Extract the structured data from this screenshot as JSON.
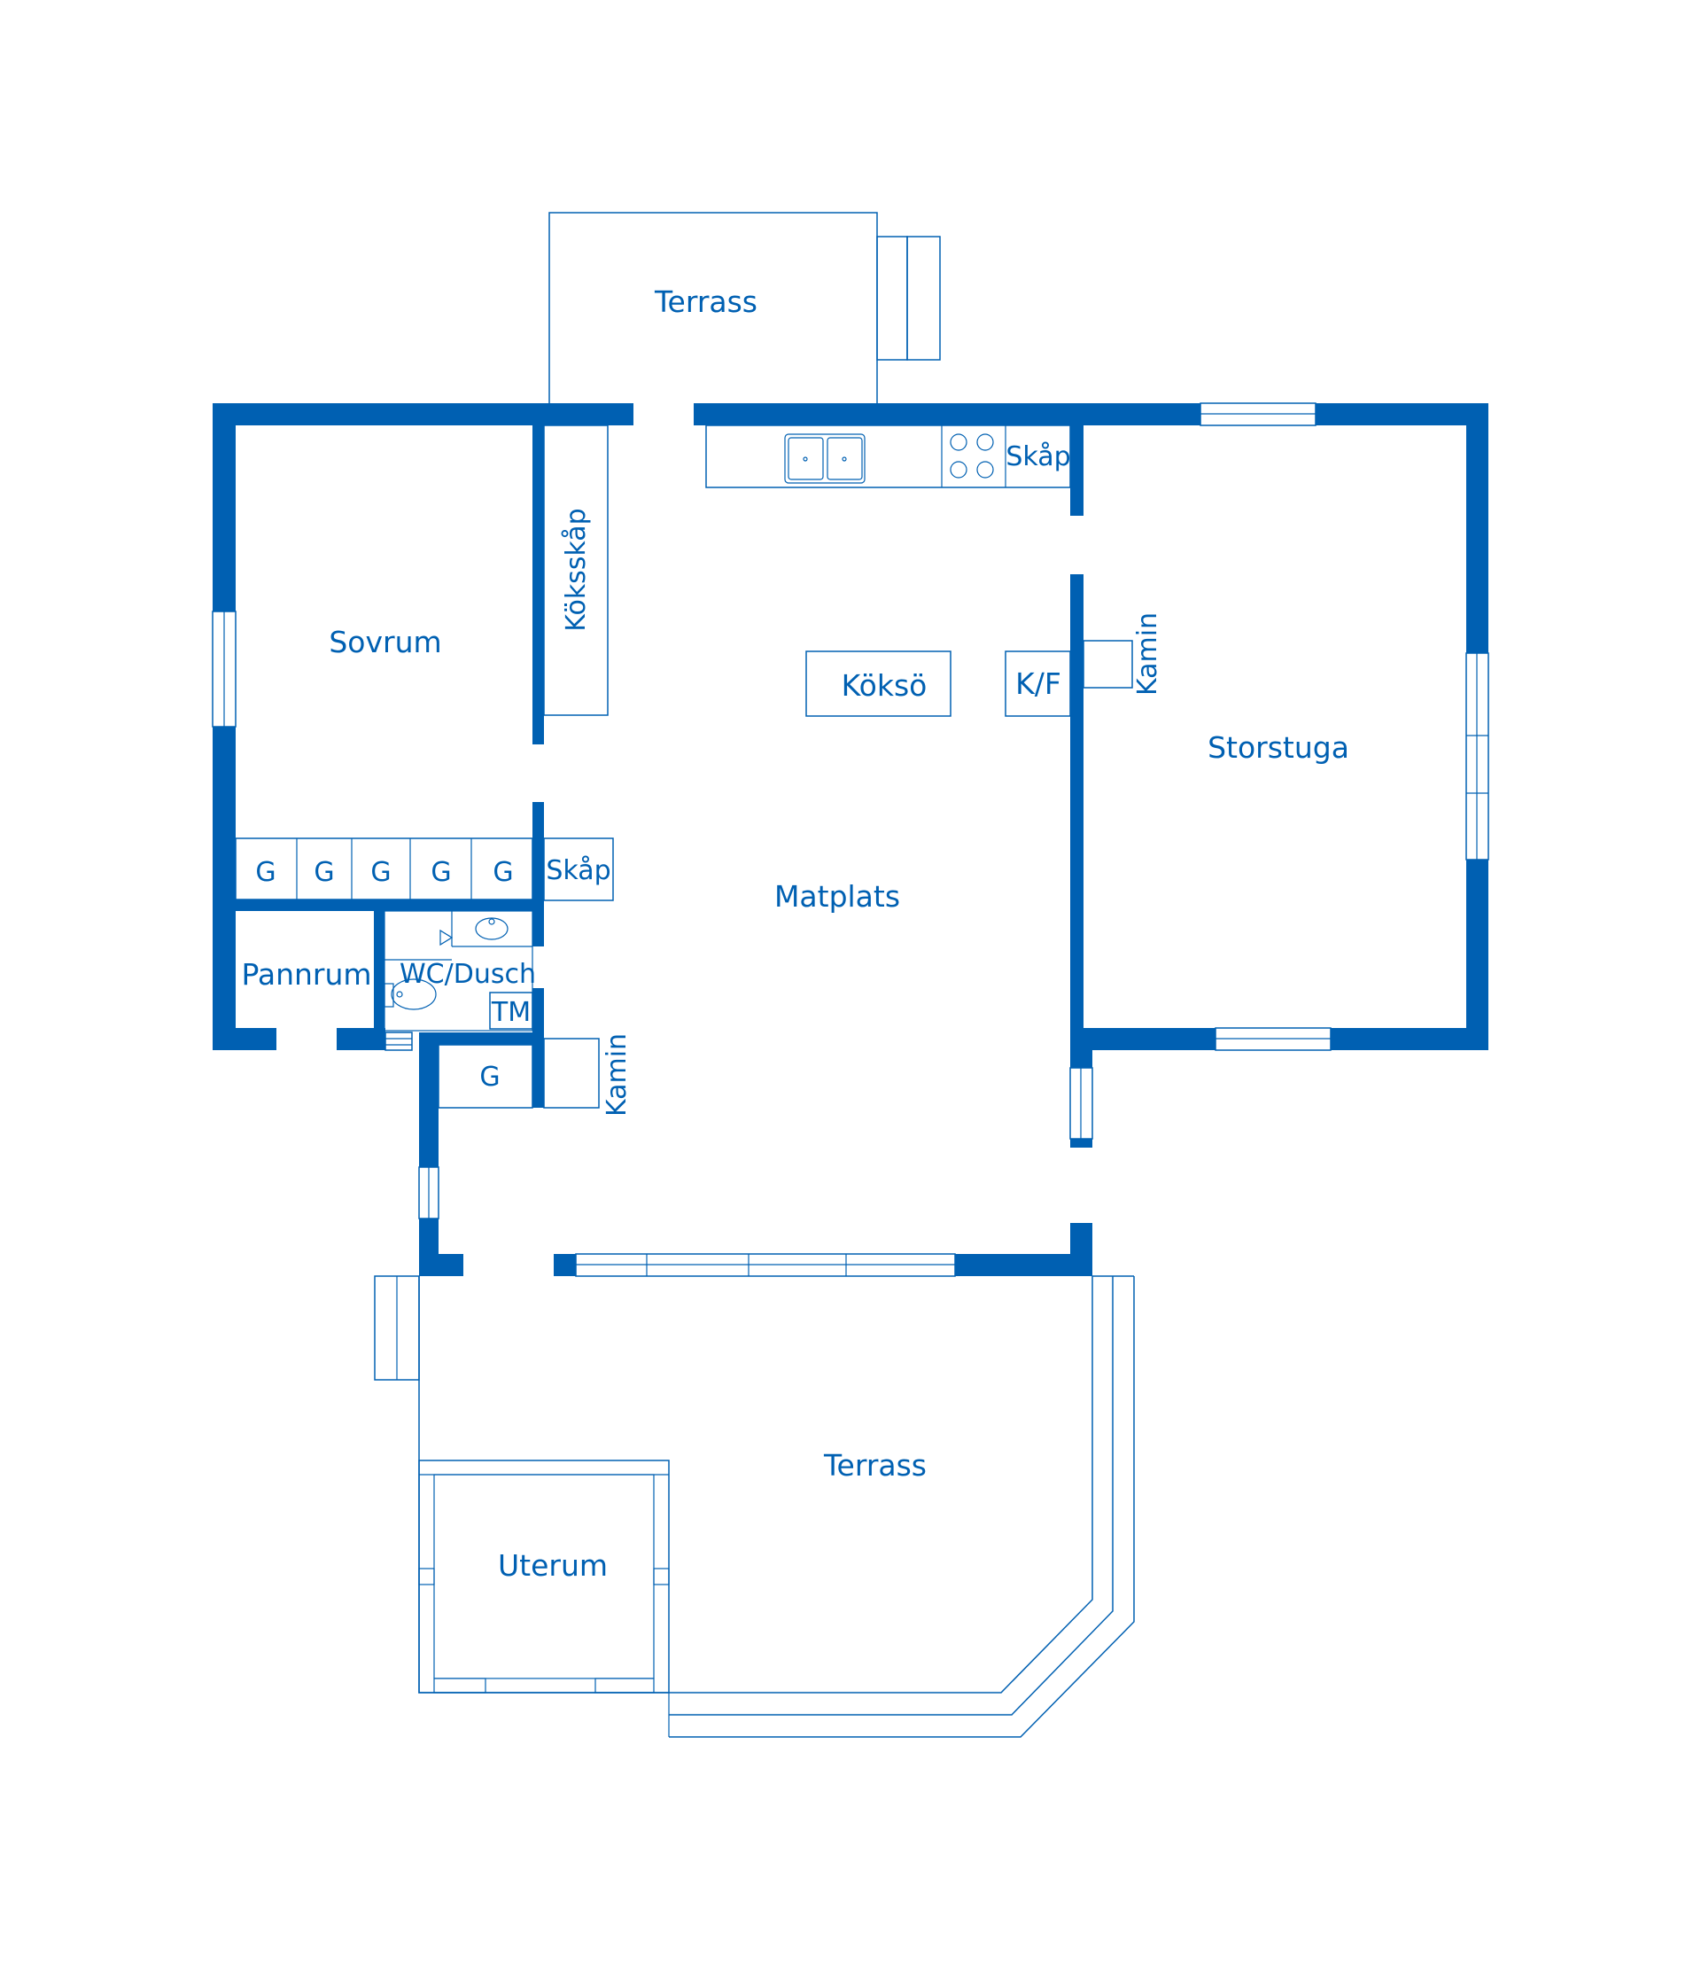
{
  "colors": {
    "wall": "#0060b2",
    "background": "#ffffff"
  },
  "rooms": {
    "terrass_top": "Terrass",
    "sovrum": "Sovrum",
    "koksskap": "Köksskåp",
    "skap_kitchen": "Skåp",
    "kokso": "Köksö",
    "kf": "K/F",
    "kamin_right": "Kamin",
    "storstuga": "Storstuga",
    "matplats": "Matplats",
    "skap_hall": "Skåp",
    "pannrum": "Pannrum",
    "wc_dusch": "WC/Dusch",
    "tm": "TM",
    "g_hall": "G",
    "kamin_left": "Kamin",
    "terrass_bottom": "Terrass",
    "uterum": "Uterum"
  },
  "wardrobe_labels": [
    "G",
    "G",
    "G",
    "G",
    "G"
  ]
}
